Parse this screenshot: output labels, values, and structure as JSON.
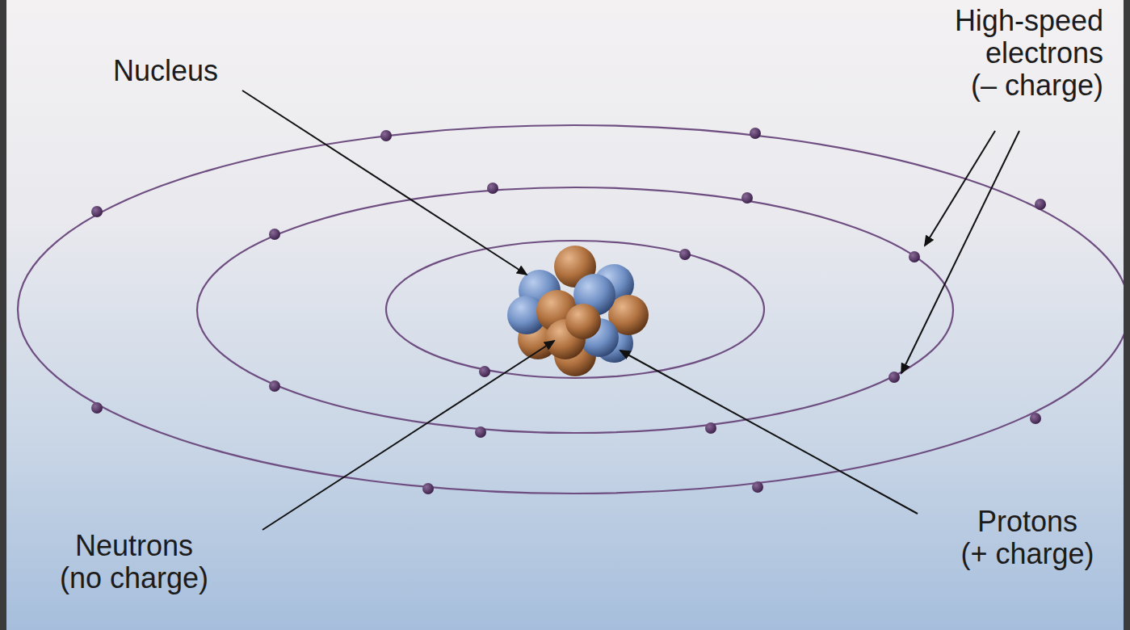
{
  "diagram": {
    "labels": [
      "Nucleus",
      "High-speed electrons (– charge)",
      "Neutrons (no charge)",
      "Protons (+ charge)"
    ]
  }
}
